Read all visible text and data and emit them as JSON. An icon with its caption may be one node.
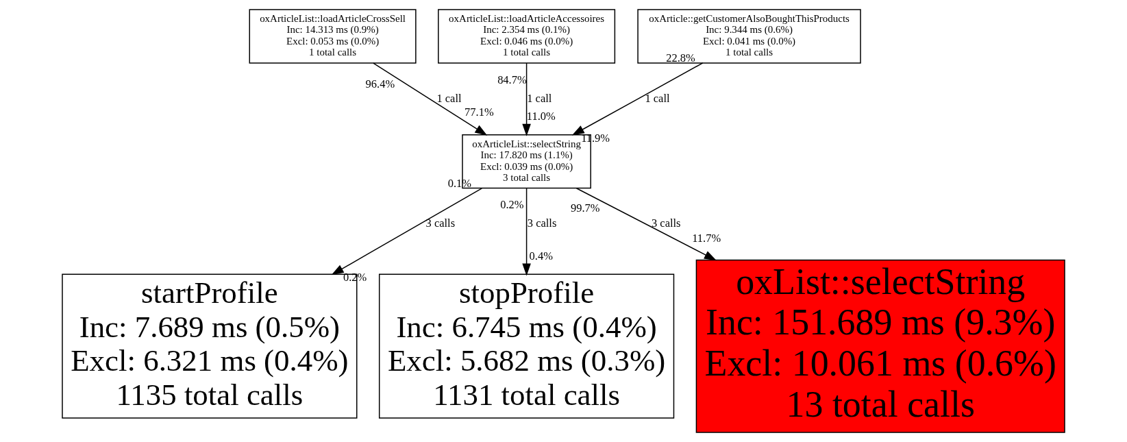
{
  "diagram": {
    "nodes": [
      {
        "text": [
          "oxArticleList::loadArticleCrossSell",
          "Inc: 14.313 ms (0.9%)",
          "Excl: 0.053 ms (0.0%)",
          "1 total calls"
        ]
      },
      {
        "text": [
          "oxArticleList::loadArticleAccessoires",
          "Inc: 2.354 ms (0.1%)",
          "Excl: 0.046 ms (0.0%)",
          "1 total calls"
        ]
      },
      {
        "text": [
          "oxArticle::getCustomerAlsoBoughtThisProducts",
          "Inc: 9.344 ms (0.6%)",
          "Excl: 0.041 ms (0.0%)",
          "1 total calls"
        ]
      },
      {
        "text": [
          "oxArticleList::selectString",
          "Inc: 17.820 ms (1.1%)",
          "Excl: 0.039 ms (0.0%)",
          "3 total calls"
        ]
      },
      {
        "text": [
          "startProfile",
          "Inc: 7.689 ms (0.5%)",
          "Excl: 6.321 ms (0.4%)",
          "1135 total calls"
        ]
      },
      {
        "text": [
          "stopProfile",
          "Inc: 6.745 ms (0.4%)",
          "Excl: 5.682 ms (0.3%)",
          "1131 total calls"
        ]
      },
      {
        "text": [
          "oxList::selectString",
          "Inc: 151.689 ms (9.3%)",
          "Excl: 10.061 ms (0.6%)",
          "13 total calls"
        ]
      }
    ],
    "edges": [
      {
        "from": 0,
        "to": 3,
        "arrow": "to",
        "label": "1 call"
      },
      {
        "from": 1,
        "to": 3,
        "arrow": "to",
        "label": "1 call"
      },
      {
        "from": 2,
        "to": 3,
        "arrow": "to",
        "label": "1 call"
      },
      {
        "from": 3,
        "to": 4,
        "arrow": "to",
        "label": "3 calls"
      },
      {
        "from": 3,
        "to": 5,
        "arrow": "to",
        "label": "3 calls"
      },
      {
        "from": 3,
        "to": 6,
        "arrow": "to",
        "label": "3 calls"
      }
    ],
    "labels": [
      "96.4%",
      "84.7%",
      "22.8%",
      "77.1%",
      "11.0%",
      "11.9%",
      "0.1%",
      "0.2%",
      "99.7%",
      "0.2%",
      "0.4%",
      "11.7%"
    ]
  }
}
